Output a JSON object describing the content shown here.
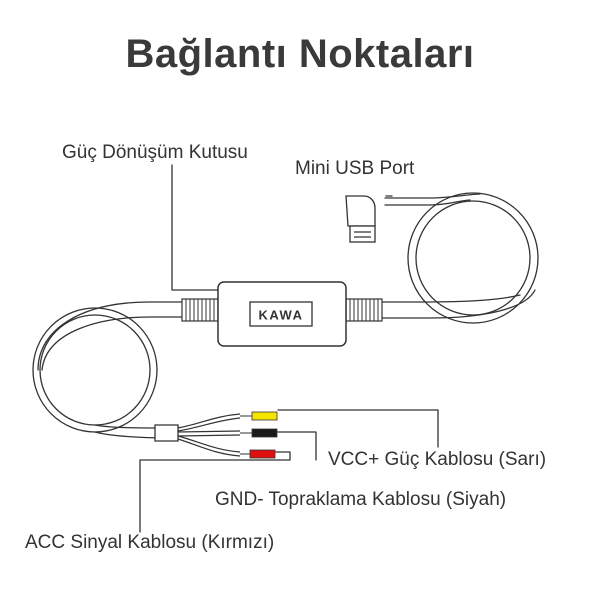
{
  "title": "Bağlantı Noktaları",
  "labels": {
    "converter_box": "Güç Dönüşüm Kutusu",
    "mini_usb": "Mini USB Port",
    "vcc": "VCC+ Güç Kablosu (Sarı)",
    "gnd": "GND- Topraklama Kablosu (Siyah)",
    "acc": "ACC Sinyal Kablosu (Kırmızı)"
  },
  "box_logo": "KAWA",
  "colors": {
    "vcc_tip": "#f5e400",
    "gnd_tip": "#1a1a1a",
    "acc_tip": "#e01010",
    "line": "#333333"
  }
}
